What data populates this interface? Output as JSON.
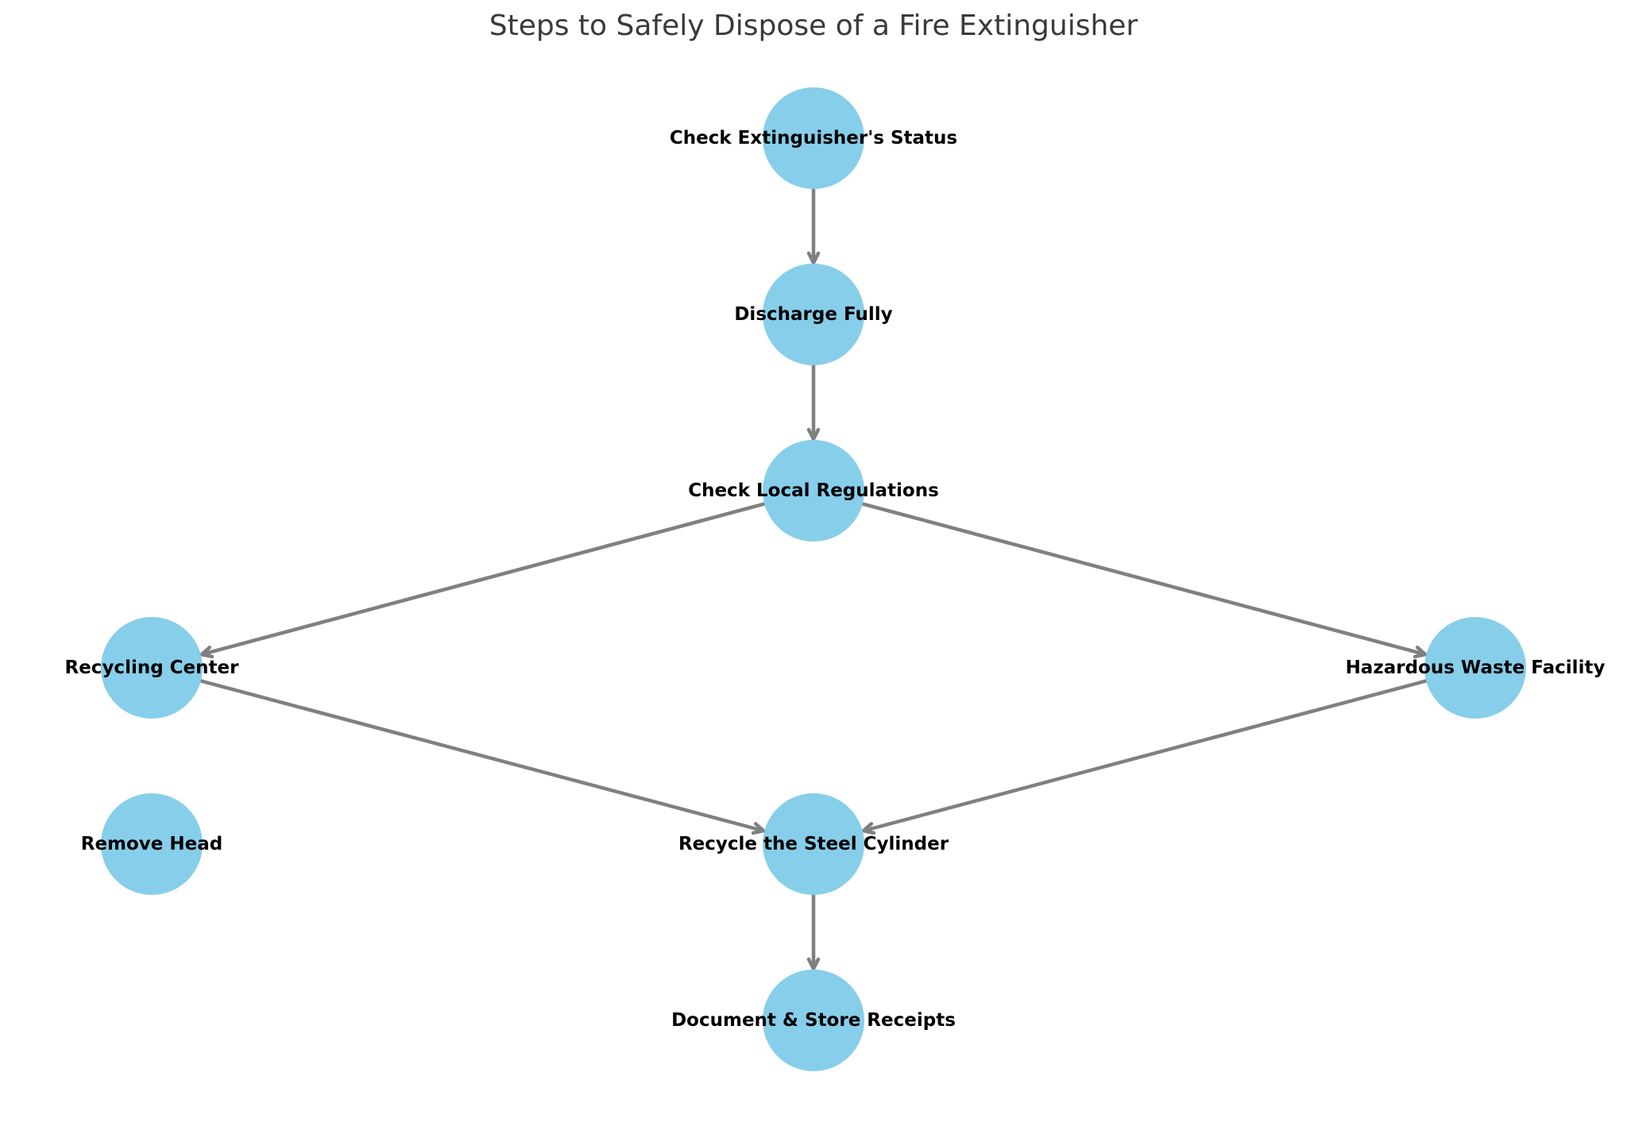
{
  "title": "Steps to Safely Dispose of a Fire Extinguisher",
  "colors": {
    "node_fill": "#87ceeb",
    "edge": "#808080",
    "label": "#000000",
    "title": "#3a3a3a"
  },
  "nodes": [
    {
      "id": "check-status",
      "label": "Check Extinguisher's Status"
    },
    {
      "id": "discharge",
      "label": "Discharge Fully"
    },
    {
      "id": "regulations",
      "label": "Check Local Regulations"
    },
    {
      "id": "recycling-center",
      "label": "Recycling Center"
    },
    {
      "id": "hazardous-waste",
      "label": "Hazardous Waste Facility"
    },
    {
      "id": "remove-head",
      "label": "Remove Head"
    },
    {
      "id": "recycle-cylinder",
      "label": "Recycle the Steel Cylinder"
    },
    {
      "id": "document",
      "label": "Document & Store Receipts"
    }
  ],
  "edges": [
    {
      "from": "check-status",
      "to": "discharge"
    },
    {
      "from": "discharge",
      "to": "regulations"
    },
    {
      "from": "regulations",
      "to": "recycling-center"
    },
    {
      "from": "regulations",
      "to": "hazardous-waste"
    },
    {
      "from": "recycling-center",
      "to": "recycle-cylinder"
    },
    {
      "from": "hazardous-waste",
      "to": "recycle-cylinder"
    },
    {
      "from": "recycle-cylinder",
      "to": "document"
    }
  ]
}
